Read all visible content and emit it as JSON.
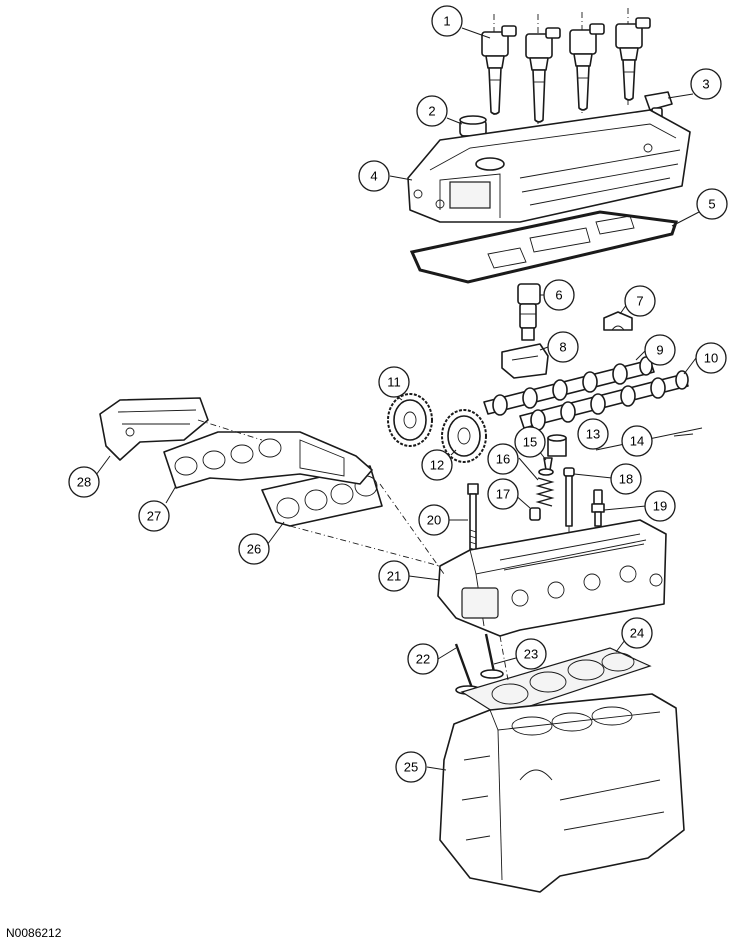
{
  "figure_id": "N0086212",
  "callouts": [
    {
      "label": "1"
    },
    {
      "label": "2"
    },
    {
      "label": "3"
    },
    {
      "label": "4"
    },
    {
      "label": "5"
    },
    {
      "label": "6"
    },
    {
      "label": "7"
    },
    {
      "label": "8"
    },
    {
      "label": "9"
    },
    {
      "label": "10"
    },
    {
      "label": "11"
    },
    {
      "label": "12"
    },
    {
      "label": "13"
    },
    {
      "label": "14"
    },
    {
      "label": "15"
    },
    {
      "label": "16"
    },
    {
      "label": "17"
    },
    {
      "label": "18"
    },
    {
      "label": "19"
    },
    {
      "label": "20"
    },
    {
      "label": "21"
    },
    {
      "label": "22"
    },
    {
      "label": "23"
    },
    {
      "label": "24"
    },
    {
      "label": "25"
    },
    {
      "label": "26"
    },
    {
      "label": "27"
    },
    {
      "label": "28"
    }
  ]
}
